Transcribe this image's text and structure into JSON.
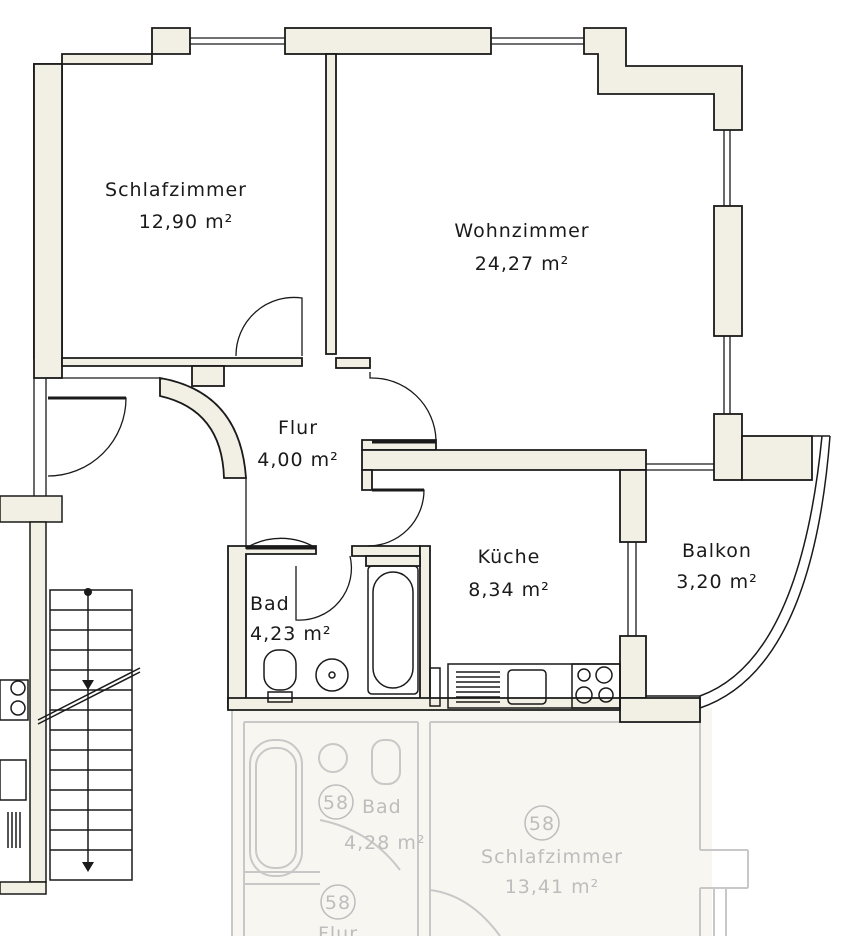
{
  "rooms": {
    "schlafzimmer": {
      "name": "Schlafzimmer",
      "area": "12,90 m²"
    },
    "wohnzimmer": {
      "name": "Wohnzimmer",
      "area": "24,27 m²"
    },
    "flur": {
      "name": "Flur",
      "area": "4,00 m²"
    },
    "kueche": {
      "name": "Küche",
      "area": "8,34 m²"
    },
    "balkon": {
      "name": "Balkon",
      "area": "3,20 m²"
    },
    "bad": {
      "name": "Bad",
      "area": "4,23 m²"
    }
  },
  "neighbor": {
    "unit_number": "58",
    "bad": {
      "name": "Bad",
      "area": "4,28 m²"
    },
    "schlafzimmer": {
      "name": "Schlafzimmer",
      "area": "13,41 m²"
    },
    "flur": {
      "name": "Flur"
    }
  },
  "colors": {
    "wall_fill": "#f2efe4",
    "wall_stroke": "#1a1a1a",
    "ghost": "#bdbdbd",
    "background": "#ffffff"
  }
}
